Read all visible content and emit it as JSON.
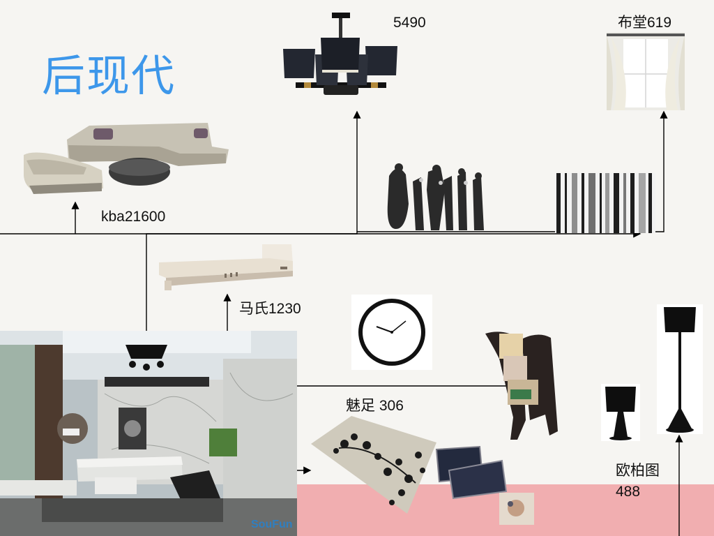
{
  "slide": {
    "title": "后现代",
    "background": "#f6f5f2",
    "title_color": "#3d97ea",
    "accent_band": "#f1aeb0"
  },
  "products": {
    "sofa": {
      "label": "kba21600"
    },
    "chandelier": {
      "label": "5490"
    },
    "curtain": {
      "label": "布堂619"
    },
    "tv_cabinet": {
      "label": "马氏1230"
    },
    "rug": {
      "label": "魅足 306"
    },
    "floor_lamp": {
      "label": "欧柏图\n488"
    }
  },
  "photo": {
    "watermark": "SouFun"
  }
}
